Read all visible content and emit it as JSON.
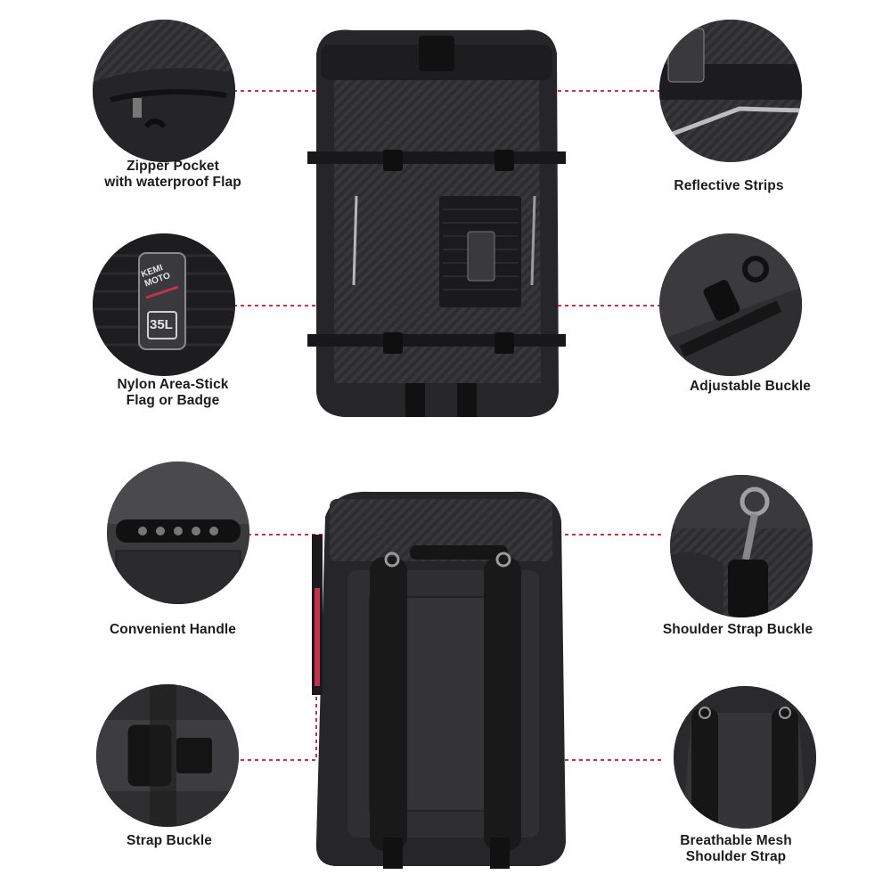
{
  "features": {
    "zipper_pocket": {
      "line1": "Zipper Pocket",
      "line2": "with waterproof Flap"
    },
    "nylon_area": {
      "line1": "Nylon Area-Stick",
      "line2": "Flag or Badge"
    },
    "reflective_strips": {
      "line1": "Reflective Strips"
    },
    "adjustable_buckle": {
      "line1": "Adjustable Buckle"
    },
    "convenient_handle": {
      "line1": "Convenient Handle"
    },
    "strap_buckle": {
      "line1": "Strap Buckle"
    },
    "shoulder_strap_buckle": {
      "line1": "Shoulder Strap Buckle"
    },
    "breathable_mesh": {
      "line1": "Breathable Mesh",
      "line2": "Shoulder Strap"
    }
  },
  "badge": {
    "brand_line1": "KEMI",
    "brand_line2": "MOTO",
    "capacity": "35L"
  },
  "colors": {
    "leader": "#c2324a",
    "bag": "#2b2b2d",
    "caption": "#1c1c1c"
  }
}
